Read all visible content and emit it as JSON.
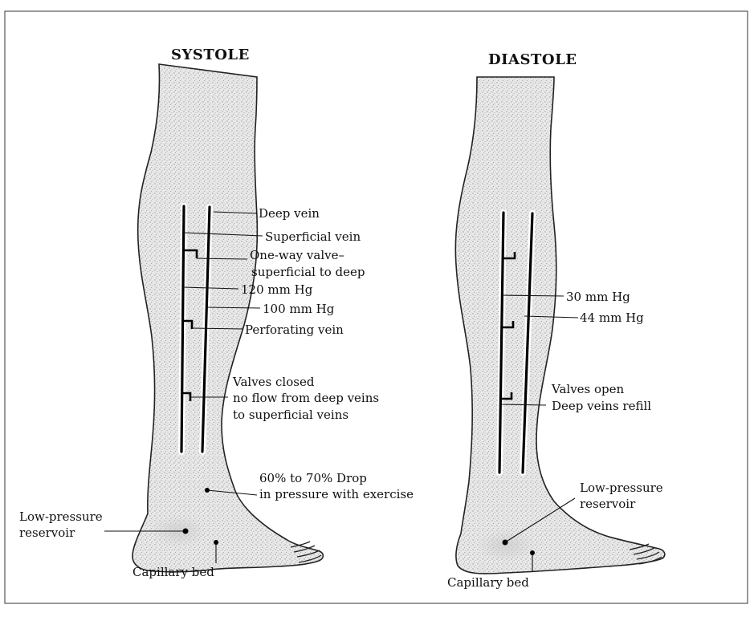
{
  "systole": {
    "title": "SYSTOLE",
    "labels": {
      "deep_vein": "Deep vein",
      "superficial_vein": "Superficial vein",
      "valve_line1": "One-way valve–",
      "valve_line2": "superficial to deep",
      "pressure_superficial": "120 mm Hg",
      "pressure_deep": "100 mm Hg",
      "perforating_vein": "Perforating vein",
      "valves_line1": "Valves closed",
      "valves_line2": "no flow from deep veins",
      "valves_line3": "to superficial veins",
      "drop_line1": "60% to 70% Drop",
      "drop_line2": "in pressure with exercise",
      "reservoir_line1": "Low-pressure",
      "reservoir_line2": "reservoir",
      "capillary_bed": "Capillary bed"
    }
  },
  "diastole": {
    "title": "DIASTOLE",
    "labels": {
      "pressure_superficial": "30 mm Hg",
      "pressure_deep": "44 mm Hg",
      "valves_line1": "Valves open",
      "valves_line2": "Deep veins refill",
      "reservoir_line1": "Low-pressure",
      "reservoir_line2": "reservoir",
      "capillary_bed": "Capillary bed"
    }
  }
}
